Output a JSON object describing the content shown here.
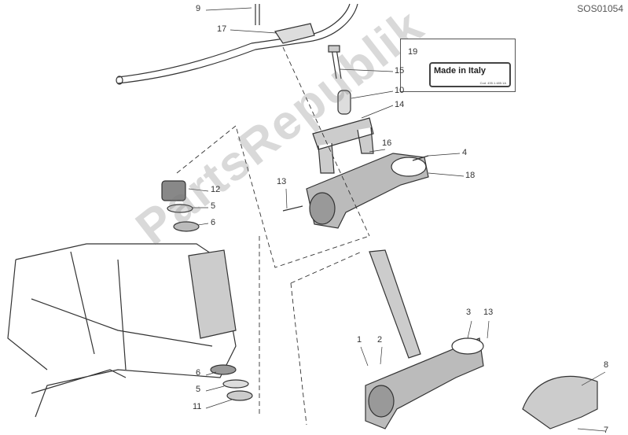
{
  "diagram_code": "SOS01054",
  "watermark": "PartsRepublik",
  "sticker": {
    "number": "19",
    "text": "Made in Italy",
    "code": "Cod. 435.1.485.1A"
  },
  "labels": [
    "9",
    "17",
    "15",
    "10",
    "14",
    "16",
    "4",
    "18",
    "13",
    "12",
    "5",
    "6",
    "3",
    "13",
    "1",
    "2",
    "8",
    "6",
    "5",
    "11",
    "7"
  ]
}
